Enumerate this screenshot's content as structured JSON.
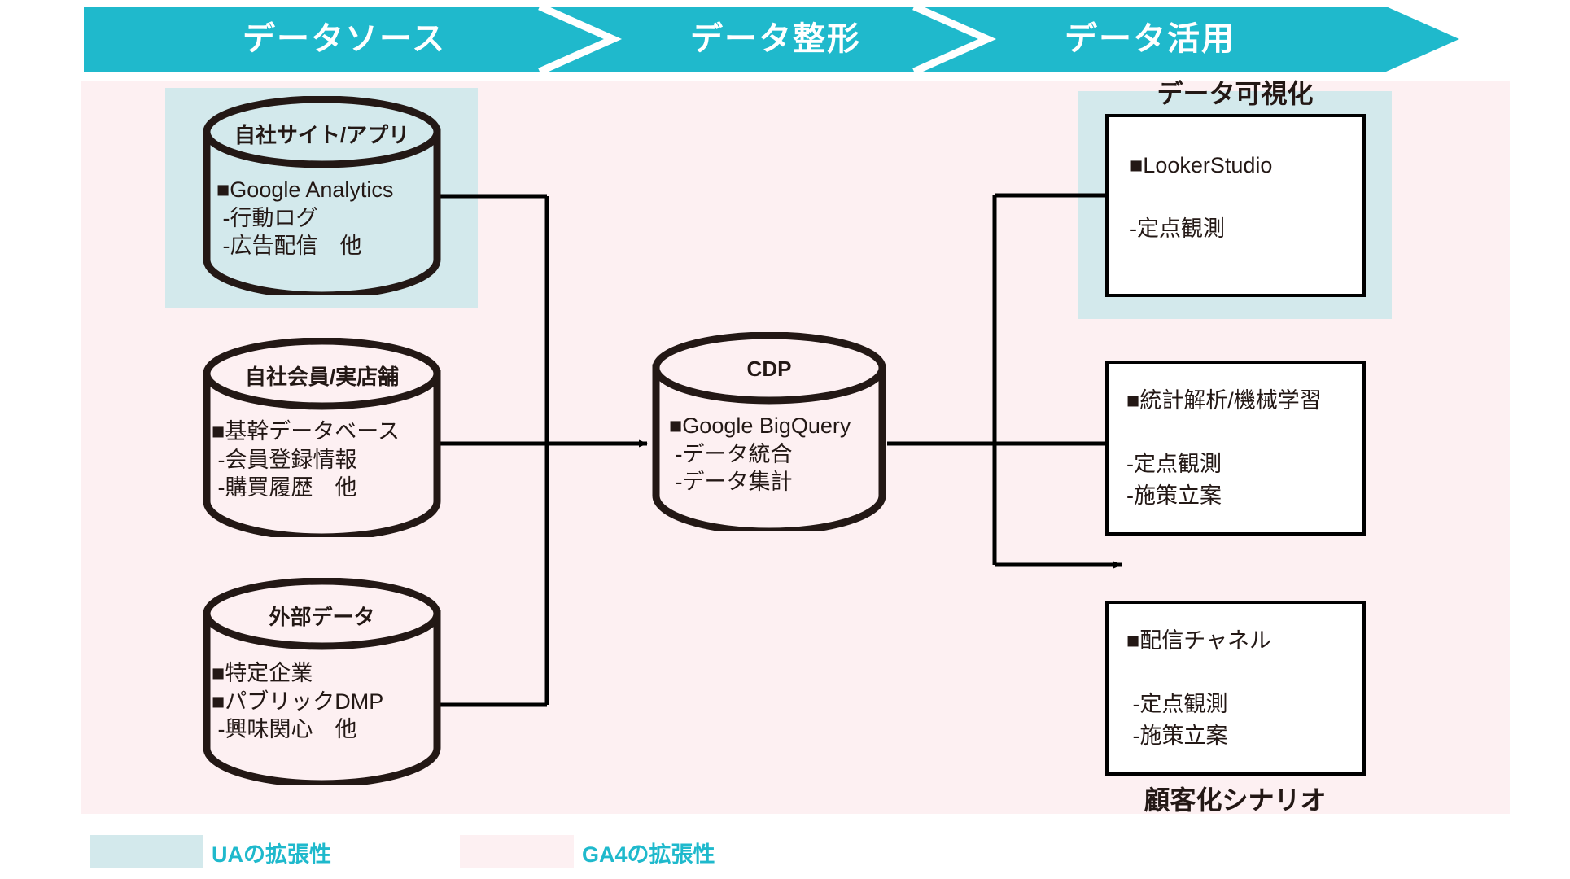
{
  "banner": {
    "segments": [
      {
        "label": "データソース"
      },
      {
        "label": "データ整形"
      },
      {
        "label": "データ活用"
      }
    ],
    "color": "#1FB9CC",
    "text_color": "#FFFFFF"
  },
  "panels": {
    "ga4_background_color": "#FDF0F2",
    "ua_highlight_color": "#D3E9EC"
  },
  "sources": [
    {
      "title": "自社サイト/アプリ",
      "lines": [
        "■Google Analytics",
        " -行動ログ",
        " -広告配信　他"
      ],
      "highlighted": true
    },
    {
      "title": "自社会員/実店舗",
      "lines": [
        "■基幹データベース",
        " -会員登録情報",
        " -購買履歴　他"
      ],
      "highlighted": false
    },
    {
      "title": "外部データ",
      "lines": [
        "■特定企業",
        "■パブリックDMP",
        " -興味関心　他"
      ],
      "highlighted": false
    }
  ],
  "cdp": {
    "title": "CDP",
    "lines": [
      "■Google BigQuery",
      " -データ統合",
      " -データ集計"
    ]
  },
  "outputs": {
    "top_label": "データ可視化",
    "bottom_label": "顧客化シナリオ",
    "boxes": [
      {
        "lines": [
          "■LookerStudio",
          "",
          "-定点観測"
        ],
        "highlighted": true
      },
      {
        "lines": [
          "■統計解析/機械学習",
          "",
          "-定点観測",
          "-施策立案"
        ],
        "highlighted": false
      },
      {
        "lines": [
          "■配信チャネル",
          "",
          " -定点観測",
          " -施策立案"
        ],
        "highlighted": false
      }
    ]
  },
  "legend": {
    "items": [
      {
        "label": "UAの拡張性",
        "color": "#D3E9EC"
      },
      {
        "label": "GA4の拡張性",
        "color": "#FDF0F2"
      }
    ],
    "text_color": "#1FB9CC"
  }
}
